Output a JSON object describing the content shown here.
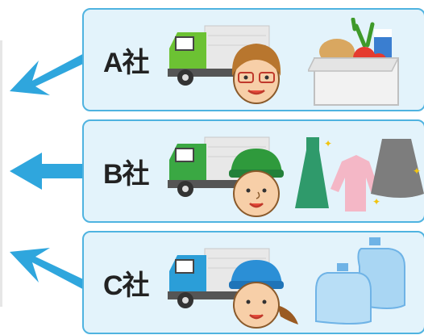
{
  "companies": [
    {
      "label": "A社",
      "goods": "groceries"
    },
    {
      "label": "B社",
      "goods": "clothing"
    },
    {
      "label": "C社",
      "goods": "water"
    }
  ],
  "icons": [
    "arrow-left-icon",
    "truck-icon",
    "driver-icon",
    "grocery-box-icon",
    "clothing-icon",
    "water-jug-icon"
  ],
  "colors": {
    "card_bg": "#e3f3fb",
    "card_border": "#4fb3e0",
    "arrow": "#2fa6dd",
    "truck_a": "#6cc233",
    "truck_b": "#3aa843",
    "truck_c": "#2b9ed8"
  }
}
